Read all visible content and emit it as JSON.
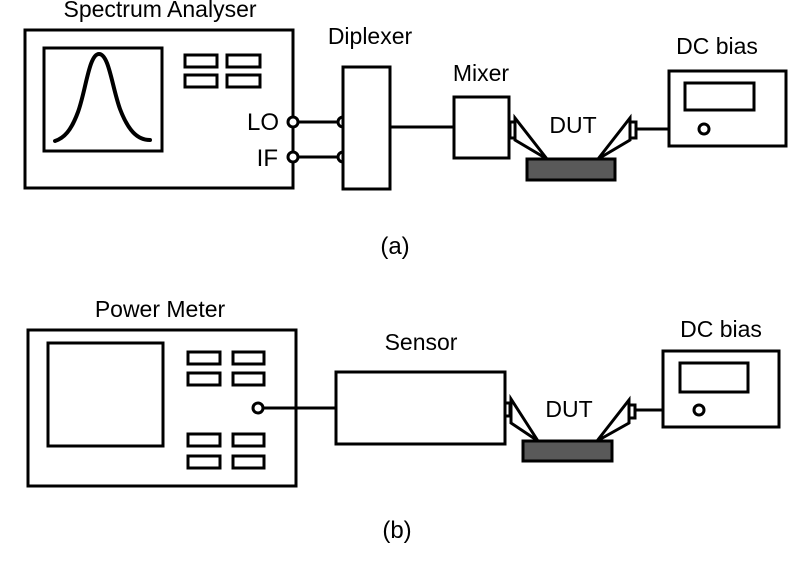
{
  "figure": {
    "background": "#ffffff",
    "ink_color": "#000000",
    "dut_fill": "#595959",
    "diagram_a": {
      "caption": "(a)",
      "spectrum_analyser_label": "Spectrum Analyser",
      "lo_port_label": "LO",
      "if_port_label": "IF",
      "diplexer_label": "Diplexer",
      "mixer_label": "Mixer",
      "dut_label": "DUT",
      "dc_bias_label": "DC bias"
    },
    "diagram_b": {
      "caption": "(b)",
      "power_meter_label": "Power Meter",
      "sensor_label": "Sensor",
      "dut_label": "DUT",
      "dc_bias_label": "DC bias"
    }
  }
}
